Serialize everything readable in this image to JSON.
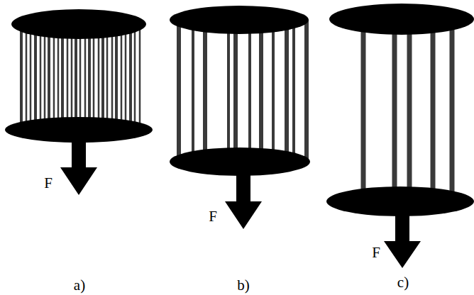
{
  "diagram": {
    "labels": [
      "F",
      "F",
      "F",
      "a)",
      "b)",
      "c)"
    ]
  }
}
